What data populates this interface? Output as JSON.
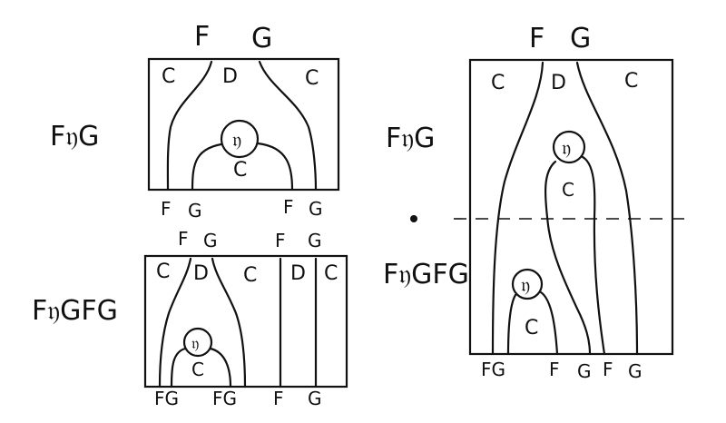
{
  "diagram_a": {
    "side_label": "F𝔶G",
    "top_f": "F",
    "top_g": "G",
    "region_left": "C",
    "region_mid": "D",
    "region_right": "C",
    "node": "𝔶",
    "node_region": "C",
    "bottom_f1": "F",
    "bottom_g1": "G",
    "bottom_f2": "F",
    "bottom_g2": "G"
  },
  "diagram_b": {
    "side_label": "F𝔶GFG",
    "top_f1": "F",
    "top_g1": "G",
    "top_f2": "F",
    "top_g2": "G",
    "region_c1": "C",
    "region_d1": "D",
    "region_c2": "C",
    "region_d2": "D",
    "region_c3": "C",
    "node": "𝔶",
    "node_region": "C",
    "bottom_fg1": "FG",
    "bottom_fg2": "FG",
    "bottom_f": "F",
    "bottom_g": "G"
  },
  "diagram_c": {
    "side_label_top": "F𝔶G",
    "side_label_bottom": "F𝔶GFG",
    "top_f": "F",
    "top_g": "G",
    "region_left": "C",
    "region_mid": "D",
    "region_right": "C",
    "node_top": "𝔶",
    "node_top_region": "C",
    "node_bottom": "𝔶",
    "node_bottom_region": "C",
    "bottom_fg": "FG",
    "bottom_f1": "F",
    "bottom_g1": "G",
    "bottom_f2": "F",
    "bottom_g2": "G"
  }
}
